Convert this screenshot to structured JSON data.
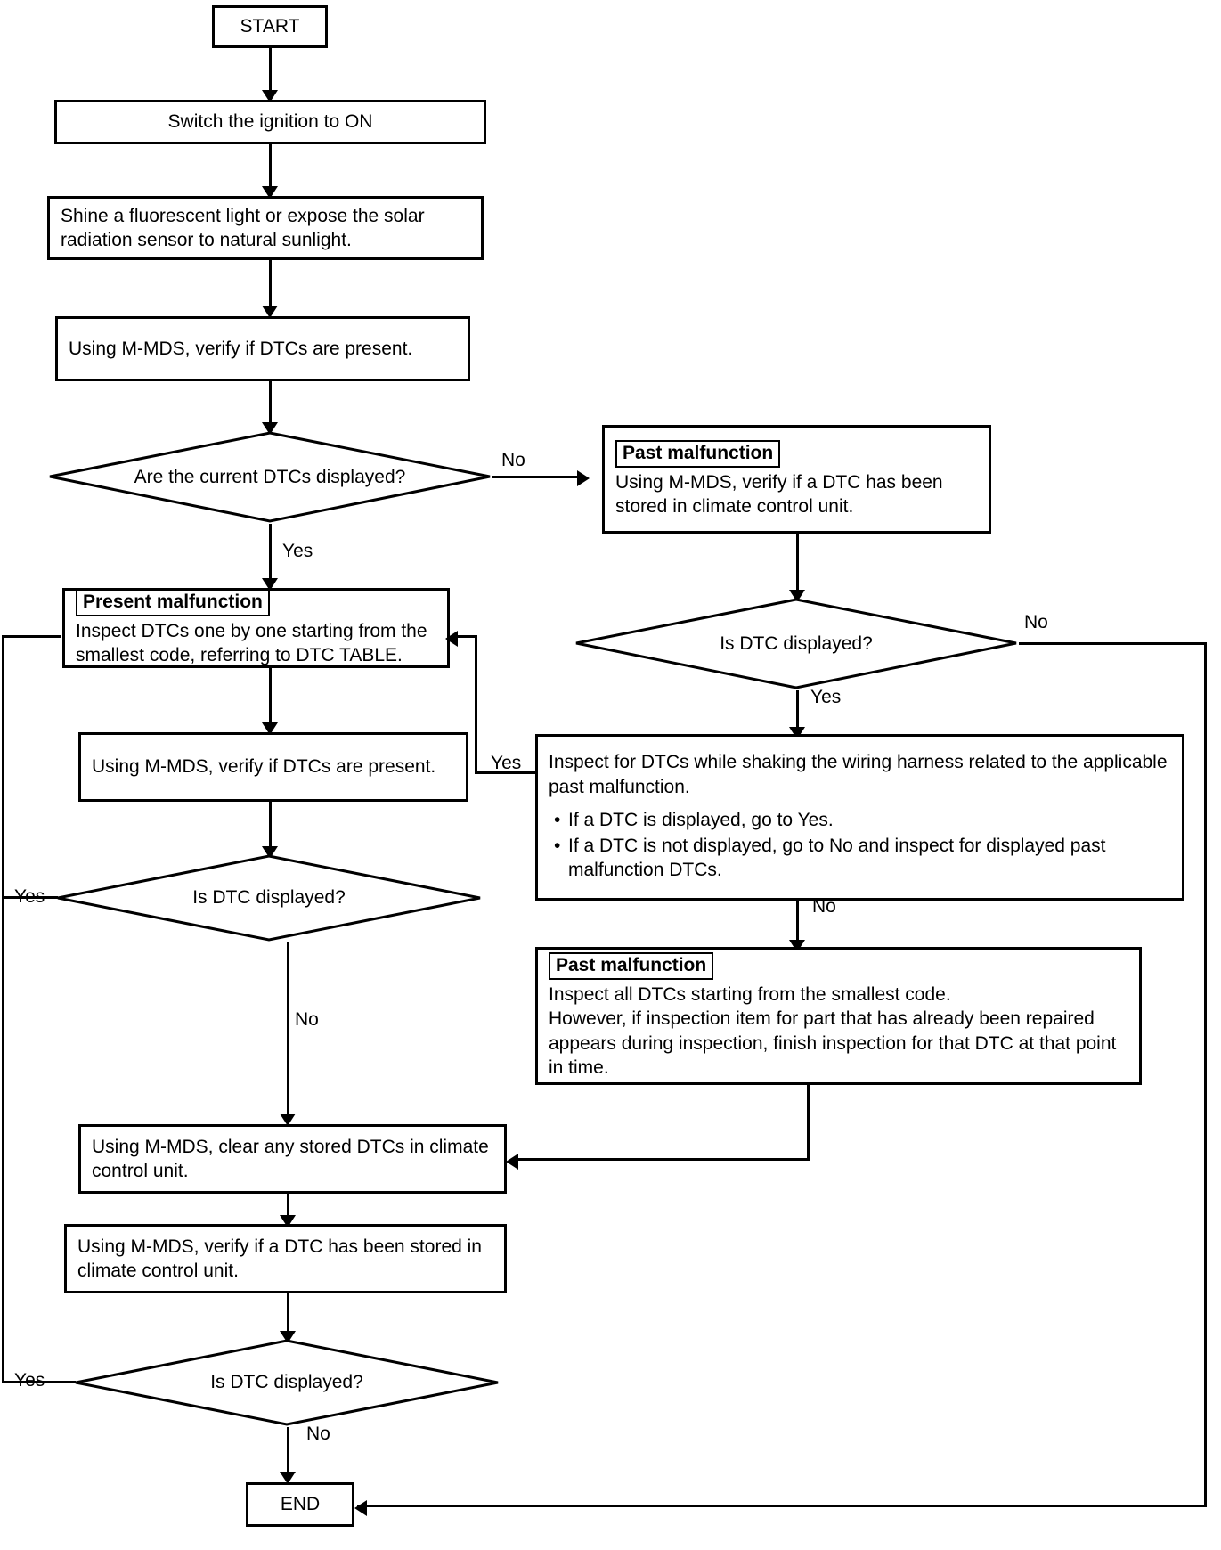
{
  "diagram": {
    "title": "Climate control DTC inspection flowchart",
    "nodes": {
      "start": "START",
      "ignition_on": "Switch the ignition to ON",
      "shine_light": "Shine a fluorescent light or expose the solar radiation sensor to natural sunlight.",
      "verify_dtc_1": "Using M-MDS, verify if DTCs are present.",
      "current_dtcs_q": "Are the current DTCs displayed?",
      "past_malfunction_tag_1": "Past malfunction",
      "past_malfunction_body_1": "Using M-MDS, verify if a DTC has been stored in climate control unit.",
      "is_dtc_displayed_q1": "Is DTC displayed?",
      "present_malfunction_tag": "Present malfunction",
      "present_malfunction_body": "Inspect DTCs one by one starting from the smallest code, referring to DTC TABLE.",
      "shake_harness_body": "Inspect for DTCs while shaking the wiring harness related to the applicable past malfunction.",
      "shake_harness_bullets": [
        "If a DTC is displayed, go to Yes.",
        "If a DTC is not displayed, go to No and inspect for displayed past malfunction DTCs."
      ],
      "verify_dtc_2": "Using M-MDS, verify if DTCs are present.",
      "is_dtc_displayed_q2": "Is DTC displayed?",
      "past_malfunction_tag_2": "Past malfunction",
      "past_malfunction_body_2": "Inspect all DTCs starting from the smallest code.\nHowever, if inspection item for part that has already been repaired appears during inspection, finish inspection for that DTC at that point in time.",
      "clear_dtcs": "Using M-MDS, clear any stored DTCs in climate control unit.",
      "verify_stored_dtc": "Using M-MDS, verify if a DTC has been stored in climate control unit.",
      "is_dtc_displayed_q3": "Is DTC displayed?",
      "end": "END"
    },
    "edge_labels": {
      "no_top_right": "No",
      "yes_top_down": "Yes",
      "no_right_side": "No",
      "yes_right_mid": "Yes",
      "yes_shake": "Yes",
      "no_shake": "No",
      "yes_left_1": "Yes",
      "no_mid": "No",
      "yes_left_2": "Yes",
      "no_bottom": "No"
    },
    "colors": {
      "stroke": "#000000",
      "background": "#ffffff",
      "text": "#000000"
    }
  }
}
